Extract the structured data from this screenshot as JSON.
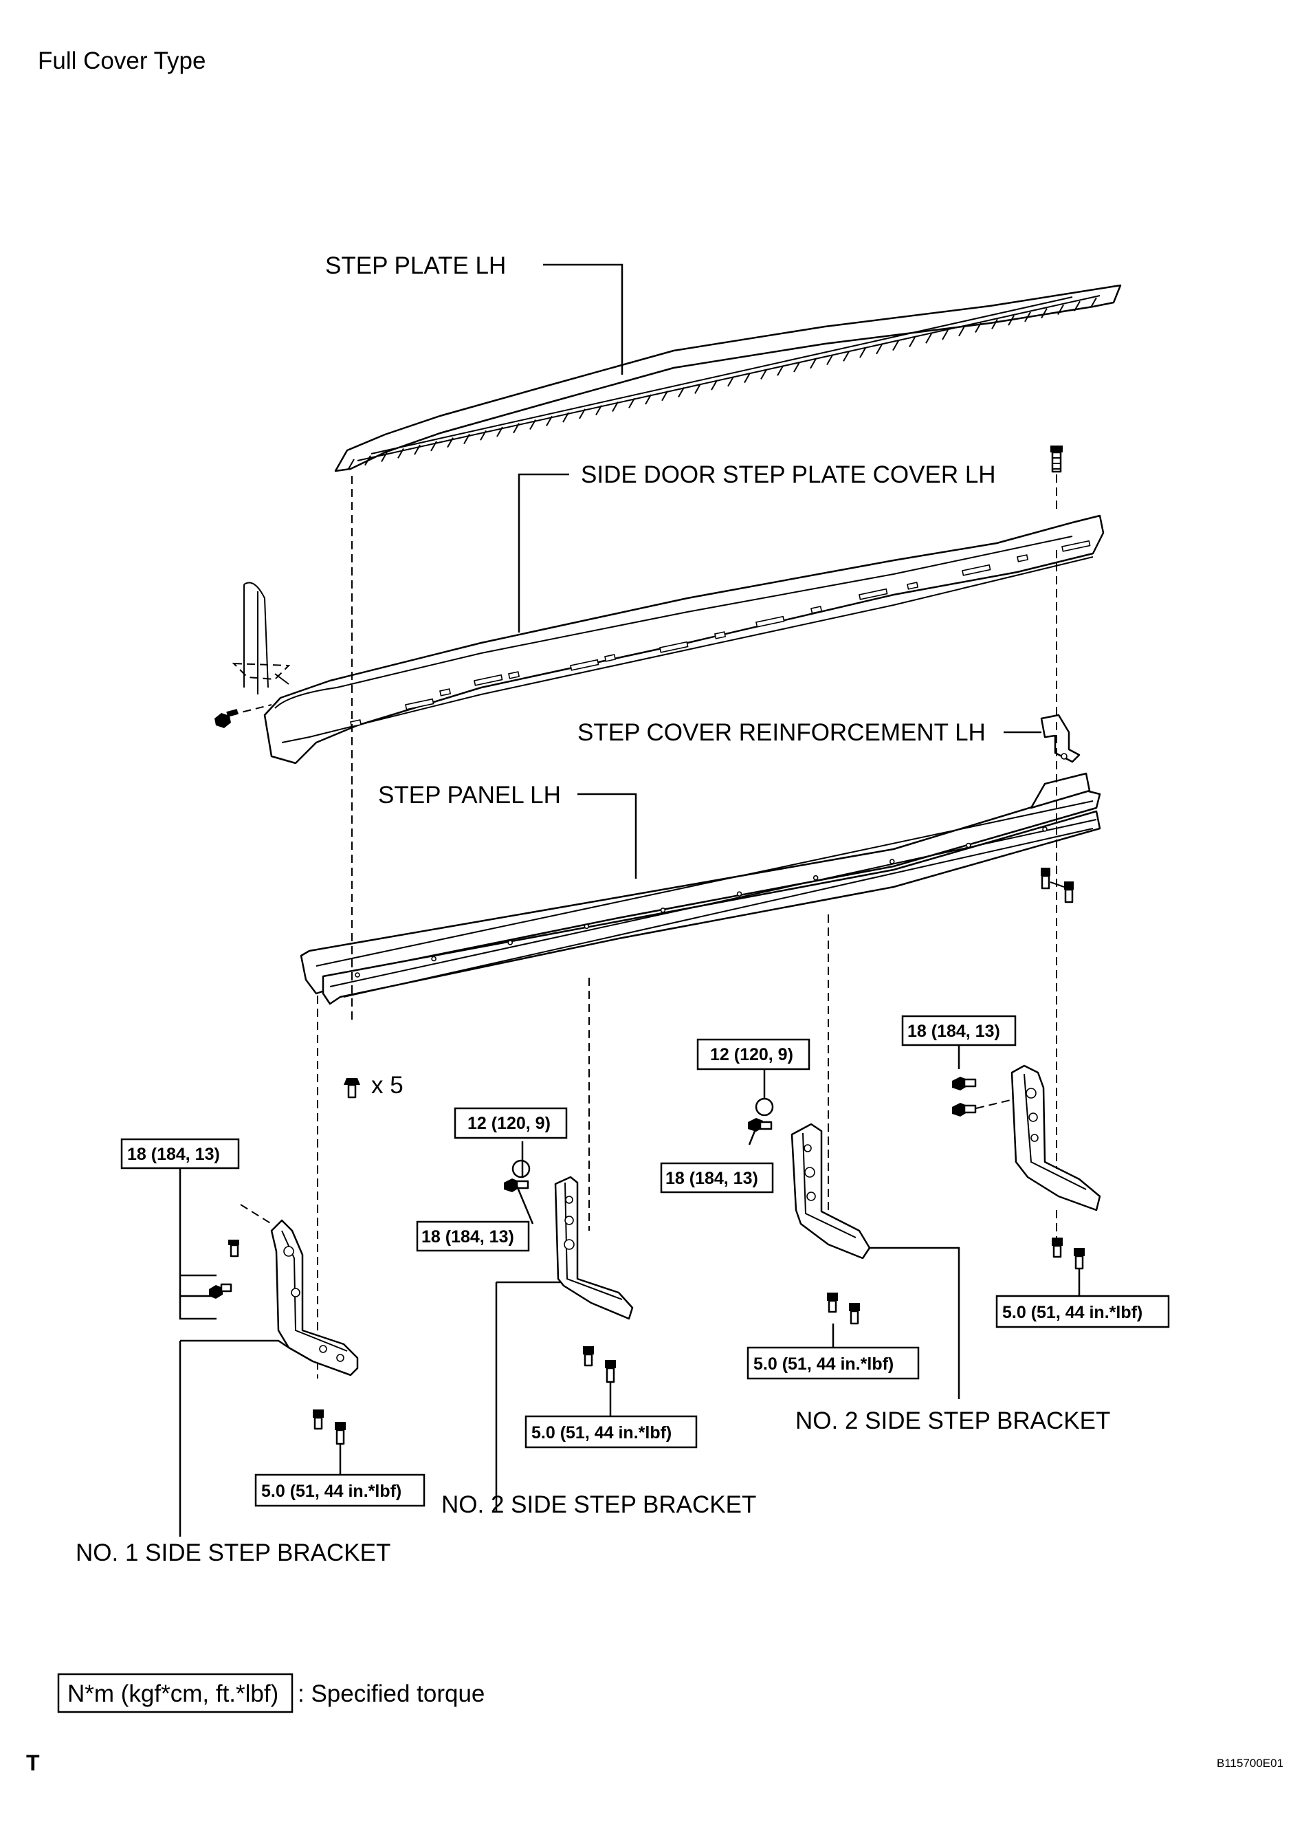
{
  "header": {
    "title": "Full Cover Type"
  },
  "labels": {
    "step_plate": "STEP PLATE LH",
    "plate_cover": "SIDE DOOR STEP PLATE COVER LH",
    "reinforcement": "STEP COVER REINFORCEMENT LH",
    "step_panel": "STEP PANEL LH",
    "no1_bracket": "NO. 1 SIDE STEP BRACKET",
    "no2_bracket_a": "NO. 2 SIDE STEP BRACKET",
    "no2_bracket_b": "NO. 2 SIDE STEP BRACKET",
    "clip_count": "x 5"
  },
  "torques": {
    "t1": "18 (184, 13)",
    "t2": "5.0 (51, 44 in.*lbf)",
    "t3": "12 (120, 9)",
    "t4": "18 (184, 13)",
    "t5": "5.0 (51, 44 in.*lbf)",
    "t6": "12 (120, 9)",
    "t7": "18 (184, 13)",
    "t8": "5.0 (51, 44 in.*lbf)",
    "t9": "18 (184, 13)",
    "t10": "5.0 (51, 44 in.*lbf)"
  },
  "legend": {
    "unit": "N*m (kgf*cm, ft.*lbf)",
    "description": ": Specified torque"
  },
  "footer": {
    "corner_mark": "T",
    "figure_id": "B115700E01"
  }
}
